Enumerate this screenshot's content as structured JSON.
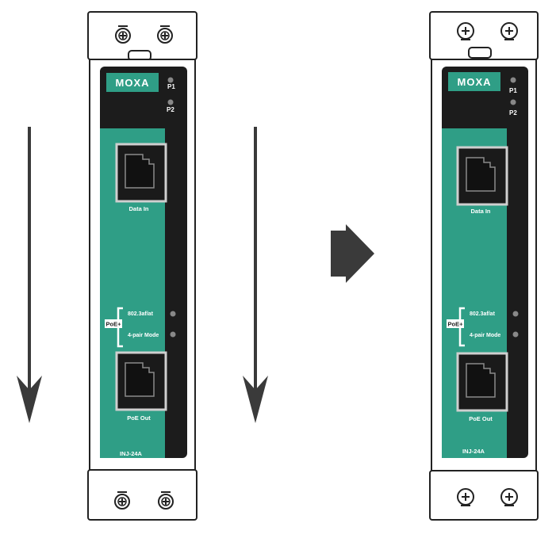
{
  "devices": [
    {
      "id": "left",
      "brand": "MOXA",
      "leds": {
        "p1": "P1",
        "p2": "P2"
      },
      "ports": {
        "data_in": "Data In",
        "poe_out": "PoE Out"
      },
      "poe": {
        "badge": "PoE+",
        "standard": "802.3af/at",
        "mode": "4-pair Mode"
      },
      "model": "INJ-24A"
    },
    {
      "id": "right",
      "brand": "MOXA",
      "leds": {
        "p1": "P1",
        "p2": "P2"
      },
      "ports": {
        "data_in": "Data In",
        "poe_out": "PoE Out"
      },
      "poe": {
        "badge": "PoE+",
        "standard": "802.3af/at",
        "mode": "4-pair Mode"
      },
      "model": "INJ-24A"
    }
  ],
  "icons": {
    "down_arrow": "arrow-down-icon",
    "step_arrow": "arrow-right-icon",
    "screw": "screw-icon"
  },
  "colors": {
    "panel": "#2f9e86",
    "housing": "#1c1c1c",
    "arrow": "#3a3a3a",
    "outline": "#222222"
  }
}
